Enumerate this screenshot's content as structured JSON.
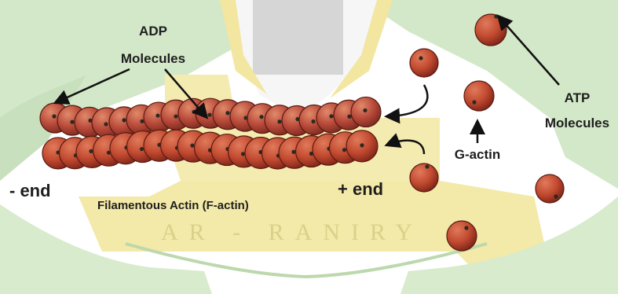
{
  "labels": {
    "adp_line1": "ADP",
    "adp_line2": "Molecules",
    "atp_line1": "ATP",
    "atp_line2": "Molecules",
    "g_actin": "G-actin",
    "minus_end": "- end",
    "plus_end": "+ end",
    "f_actin": "Filamentous Actin (F-actin)"
  },
  "watermark": {
    "text": "AR - RANIRY"
  },
  "colors": {
    "bead": "#b94a3a",
    "bead_dark": "#7a2018",
    "bead_light": "#d97a55",
    "watermark_green": "#cfe6c4",
    "watermark_yellow": "#f3e9a8",
    "watermark_gray": "#d4d4d4",
    "dot": "#2a2a22"
  }
}
